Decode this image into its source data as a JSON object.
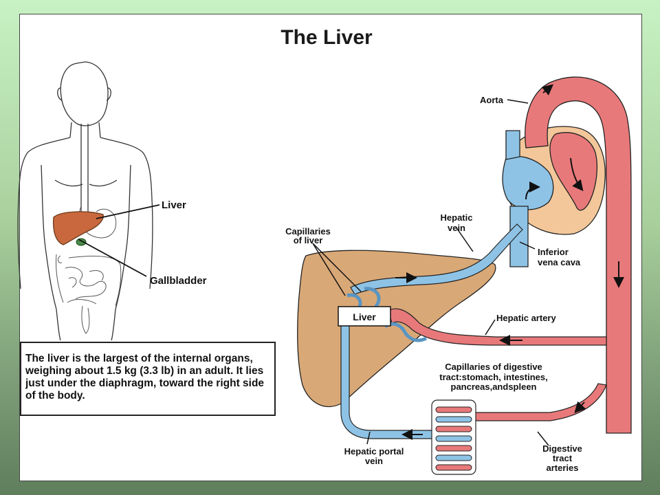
{
  "slide": {
    "title": "The Liver"
  },
  "body_figure": {
    "labels": {
      "liver": "Liver",
      "gallbladder": "Gallbladder"
    }
  },
  "caption": "The liver is the largest of the internal organs, weighing about 1.5 kg (3.3 lb) in an adult.  It lies just under the diaphragm, toward the right side of the body.",
  "circulation_figure": {
    "labels": {
      "aorta": "Aorta",
      "hepatic_vein_1": "Hepatic",
      "hepatic_vein_2": "vein",
      "inferior_vena_cava_1": "Inferior",
      "inferior_vena_cava_2": "vena cava",
      "capillaries_liver_1": "Capillaries",
      "capillaries_liver_2": "of liver",
      "liver_box": "Liver",
      "hepatic_artery": "Hepatic artery",
      "capillaries_digestive_1": "Capillaries of digestive",
      "capillaries_digestive_2": "tract:stomach, intestines,",
      "capillaries_digestive_3": "pancreas,andspleen",
      "hepatic_portal_vein_1": "Hepatic portal",
      "hepatic_portal_vein_2": "vein",
      "digestive_arteries_1": "Digestive",
      "digestive_arteries_2": "tract",
      "digestive_arteries_3": "arteries"
    }
  },
  "colors": {
    "artery": "#e8797a",
    "vein": "#8ec3e6",
    "liver": "#d9a877",
    "liver_small": "#c9683e",
    "heart_outer": "#f3c79a"
  }
}
